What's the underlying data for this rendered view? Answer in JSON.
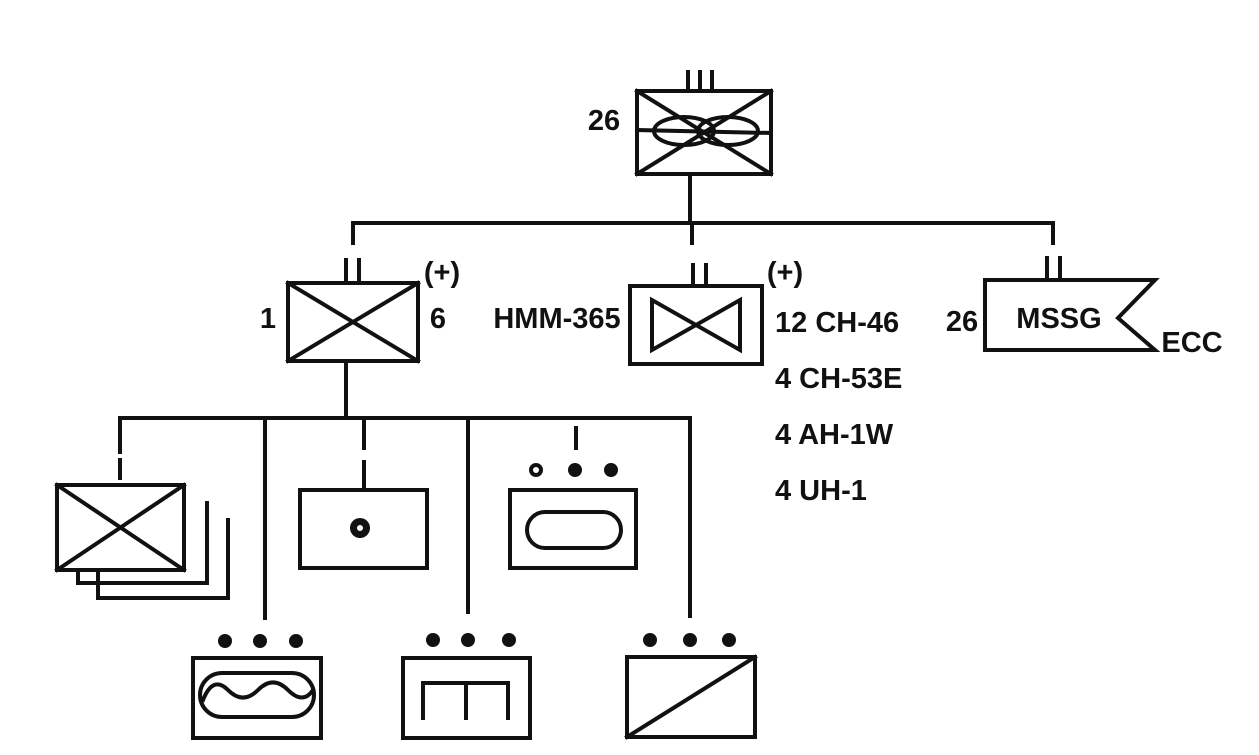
{
  "colors": {
    "ink": "#111111",
    "background": "#ffffff"
  },
  "hq": {
    "number": "26"
  },
  "infantry": {
    "left_label": "1",
    "right_label": "6",
    "reinforced": "(+)"
  },
  "aviation": {
    "designation": "HMM-365",
    "reinforced": "(+)",
    "aircraft": [
      "12 CH-46",
      "4 CH-53E",
      "4 AH-1W",
      "4 UH-1"
    ]
  },
  "mssg": {
    "number": "26",
    "name": "MSSG",
    "suffix": "ECC"
  },
  "subunits": [
    {
      "icon": "infantry-companies-icon"
    },
    {
      "icon": "artillery-icon"
    },
    {
      "icon": "armor-platoon-icon"
    },
    {
      "icon": "reconnaissance-icon"
    },
    {
      "icon": "engineer-platoon-icon"
    },
    {
      "icon": "amphibious-assault-platoon-icon"
    }
  ]
}
